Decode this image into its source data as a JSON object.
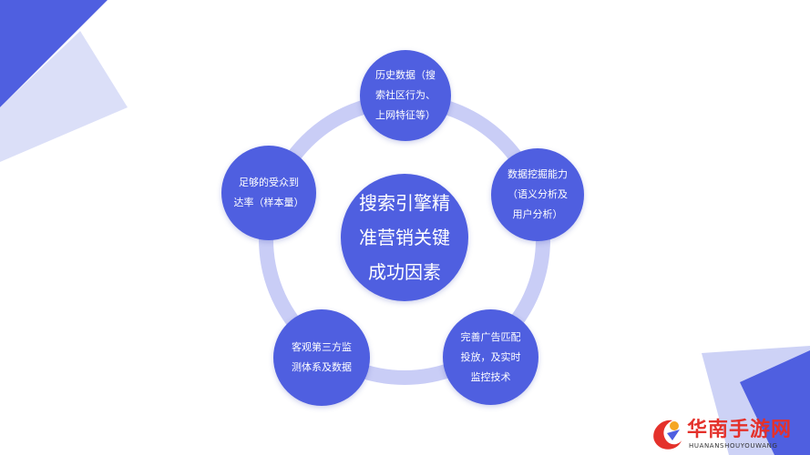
{
  "center": {
    "lines": "搜索引擎精\n准营销关键\n成功因素"
  },
  "nodes": [
    {
      "id": "history",
      "text": "历史数据（搜\n索社区行为、\n上网特征等）"
    },
    {
      "id": "mining",
      "text": "数据挖掘能力\n（语义分析及\n用户分析）"
    },
    {
      "id": "ad-match",
      "text": "完善广告匹配\n投放，及实时\n监控技术"
    },
    {
      "id": "third-party",
      "text": "客观第三方监\n测体系及数据"
    },
    {
      "id": "audience",
      "text": "足够的受众到\n达率（样本量）"
    }
  ],
  "colors": {
    "node": "#4f5fe0",
    "ring": "#c9cdf6",
    "deco_dark": "#4f5fe0",
    "deco_light": "#c8cdf5",
    "brand_red": "#e4312b"
  },
  "watermark": {
    "name": "华南手游网",
    "sub": "HUANANSHOUYOUWANG"
  }
}
